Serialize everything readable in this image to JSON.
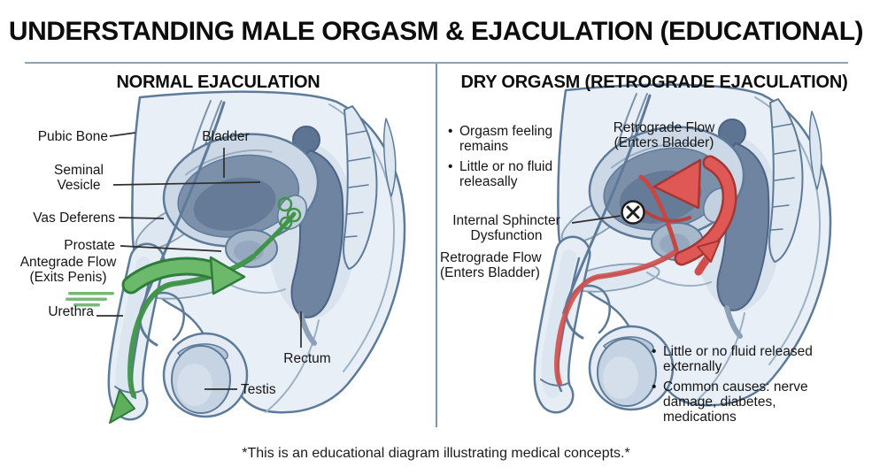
{
  "title": "UNDERSTANDING MALE ORGASM & EJACULATION (EDUCATIONAL)",
  "footer": "*This is an educational diagram illustrating medical concepts.*",
  "colors": {
    "accent_green": "#5EAE5E",
    "accent_red": "#E05856",
    "anatomy_outline": "#5D7B99",
    "divider": "#7D97A8"
  },
  "icons": {
    "antegrade_flow_arrow": "curved-right-arrow",
    "exit_arrow": "down-left-arrow",
    "retrograde_flow_arrow": "curved-left-arrow",
    "small_retrograde_arrow": "up-right-arrow",
    "sphincter_blocked": "circled-x"
  },
  "panels": {
    "left": {
      "header": "NORMAL EJACULATION",
      "flow_color": "#5EAE5E",
      "labels": {
        "pubic_bone": "Pubic Bone",
        "bladder": "Bladder",
        "seminal_vesicle": "Seminal Vesicle",
        "vas_deferens": "Vas Deferens",
        "prostate": "Prostate",
        "antegrade_flow_line1": "Antegrade Flow",
        "antegrade_flow_line2": "(Exits Penis)",
        "urethra": "Urethra",
        "rectum": "Rectum",
        "testis": "Testis"
      }
    },
    "right": {
      "header": "DRY ORGASM (RETROGRADE EJACULATION)",
      "flow_color": "#E05856",
      "bullets_top": [
        "Orgasm feeling remains",
        "Little or no fluid releasally"
      ],
      "labels": {
        "retrograde_top_line1": "Retrograde Flow",
        "retrograde_top_line2": "(Enters Bladder)",
        "sphincter_line1": "Internal Sphincter",
        "sphincter_line2": "Dysfunction",
        "retrograde_left_line1": "Retrograde Flow",
        "retrograde_left_line2": "(Enters Bladder)"
      },
      "bullets_bottom": [
        "Little or no fluid released externally",
        "Common causes: nerve damage, diabetes, medications"
      ]
    }
  }
}
